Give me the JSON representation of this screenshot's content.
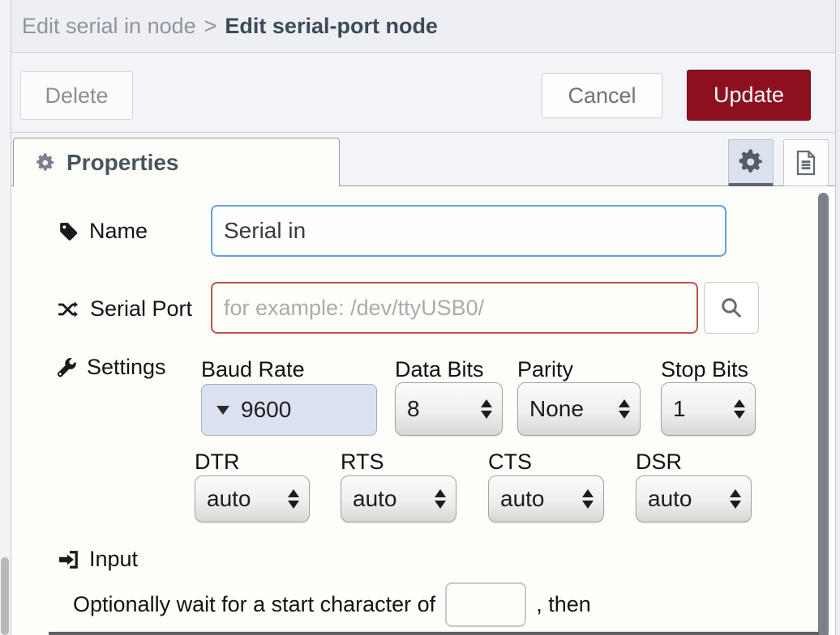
{
  "header": {
    "breadcrumb_dim": "Edit serial in node",
    "breadcrumb_sep": ">",
    "title": "Edit serial-port node"
  },
  "toolbar": {
    "delete_label": "Delete",
    "cancel_label": "Cancel",
    "update_label": "Update"
  },
  "tabs": {
    "properties_label": "Properties",
    "icons": {
      "properties_tab": "gear-icon",
      "toggle_left": "gear-icon",
      "toggle_right": "doc-icon"
    }
  },
  "form": {
    "name": {
      "label": "Name",
      "icon": "tag-icon",
      "value": "Serial in"
    },
    "serial_port": {
      "label": "Serial Port",
      "icon": "shuffle-icon",
      "value": "",
      "placeholder": "for example: /dev/ttyUSB0/",
      "search_icon": "search-icon"
    },
    "settings": {
      "label": "Settings",
      "icon": "wrench-icon",
      "baud": {
        "label": "Baud Rate",
        "value": "9600"
      },
      "selects_row1": [
        {
          "label": "Data Bits",
          "value": "8"
        },
        {
          "label": "Parity",
          "value": "None"
        },
        {
          "label": "Stop Bits",
          "value": "1"
        }
      ],
      "selects_row2": [
        {
          "label": "DTR",
          "value": "auto"
        },
        {
          "label": "RTS",
          "value": "auto"
        },
        {
          "label": "CTS",
          "value": "auto"
        },
        {
          "label": "DSR",
          "value": "auto"
        }
      ]
    },
    "input_section": {
      "label": "Input",
      "icon": "sign-in-icon",
      "wait_text": "Optionally wait for a start character of",
      "start_char_value": "",
      "then_text": ", then"
    }
  },
  "colors": {
    "update_button": "#8C101E",
    "focus_border": "#64A0DC",
    "error_border": "#C0524C",
    "baud_field_bg": "#DBE1F0",
    "header_title": "#3D4B59",
    "scrollbar_thumb": "#7C8189"
  }
}
